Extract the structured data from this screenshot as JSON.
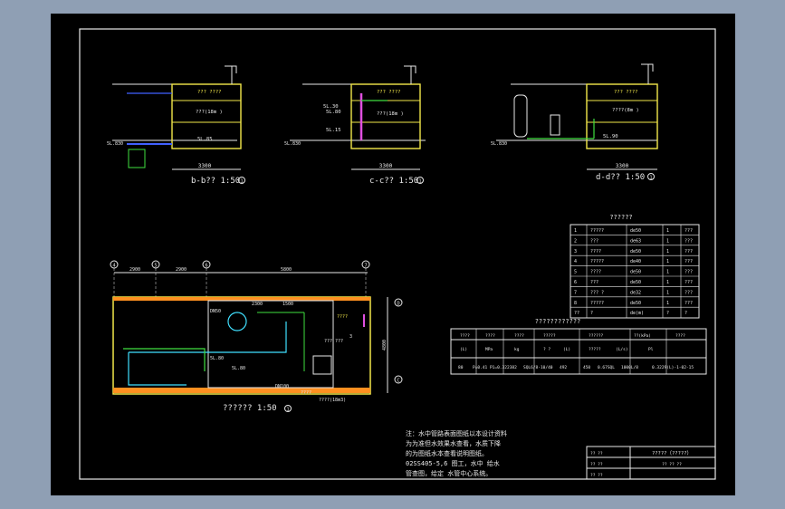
{
  "sections": {
    "b": {
      "title": "b-b??  1:50",
      "marker": "1",
      "dim": "3300",
      "floor_level": "5L.830",
      "water_level": "5L.85",
      "label_tank": "???(18m )",
      "label_top": "??? ????"
    },
    "c": {
      "title": "c-c??  1:50",
      "marker": "1",
      "dim": "3300",
      "floor_level": "5L.830",
      "water_level_1": "5L.30",
      "water_level_2": "5L.15",
      "water_level_3": "5L.80",
      "label_tank": "???(18m )",
      "label_top": "??? ????"
    },
    "d": {
      "title": "d-d??  1:50",
      "marker": "1",
      "dim": "3300",
      "floor_level": "5L.830",
      "water_level": "5L.90",
      "label_tank": "????(8m )",
      "label_top": "??? ????"
    }
  },
  "plan": {
    "title": "??????  1:50",
    "marker": "1",
    "axes": [
      "4",
      "5",
      "6",
      "7"
    ],
    "row_axes": [
      "D",
      "C"
    ],
    "dims_top": [
      "2900",
      "2900",
      "5800"
    ],
    "dims_inner": [
      "2300",
      "1500"
    ],
    "dim_side": "4800",
    "labels": [
      "DN50",
      "????",
      "??? ???",
      "5L.80",
      "DN100",
      "????",
      "????(18m3)",
      "3",
      "5L.80"
    ]
  },
  "materials_table": {
    "title": "??????",
    "rows": [
      [
        "1",
        "?????",
        "de50",
        "1",
        "???"
      ],
      [
        "2",
        "???",
        "de63",
        "1",
        "???"
      ],
      [
        "3",
        "????",
        "de50",
        "1",
        "???"
      ],
      [
        "4",
        "?????",
        "de40",
        "1",
        "???"
      ],
      [
        "5",
        "????",
        "de50",
        "1",
        "???"
      ],
      [
        "6",
        "???",
        "de50",
        "1",
        "???"
      ],
      [
        "7",
        "??? ?",
        "de32",
        "1",
        "???"
      ],
      [
        "8",
        "?????",
        "de50",
        "1",
        "???"
      ],
      [
        "??",
        "?",
        "de(m)",
        "?",
        "?"
      ]
    ]
  },
  "pump_table": {
    "title": "????????????",
    "headers": [
      "????",
      "????",
      "????",
      "?????",
      "??????",
      "??(kPa)",
      "????"
    ],
    "subheaders": [
      "(L)",
      "MPa",
      "kg",
      "? ?",
      "(L)",
      "?????",
      "(L/s)",
      "Pl"
    ],
    "row": [
      "80",
      "P=0.41  P1=0.32",
      "2382",
      "SQL6/8-10/40",
      "492",
      "450",
      "0.67SQL",
      "1000L/8",
      "0.3229(L)-1-02-15"
    ]
  },
  "notes": [
    "注：水中管路表面图纸以本设计资料",
    "为为准但水效果水查看，水质下降",
    "的为图纸水本查看说明图纸。",
    "02SS405-5,6  图工，水中 给水",
    "管查图，给定 水管中心系统。"
  ],
  "title_block": {
    "project": "?????（?????）",
    "rows": [
      "?? ??",
      "?? ??",
      "?? ??"
    ],
    "sheet": "??  ??  ??"
  }
}
